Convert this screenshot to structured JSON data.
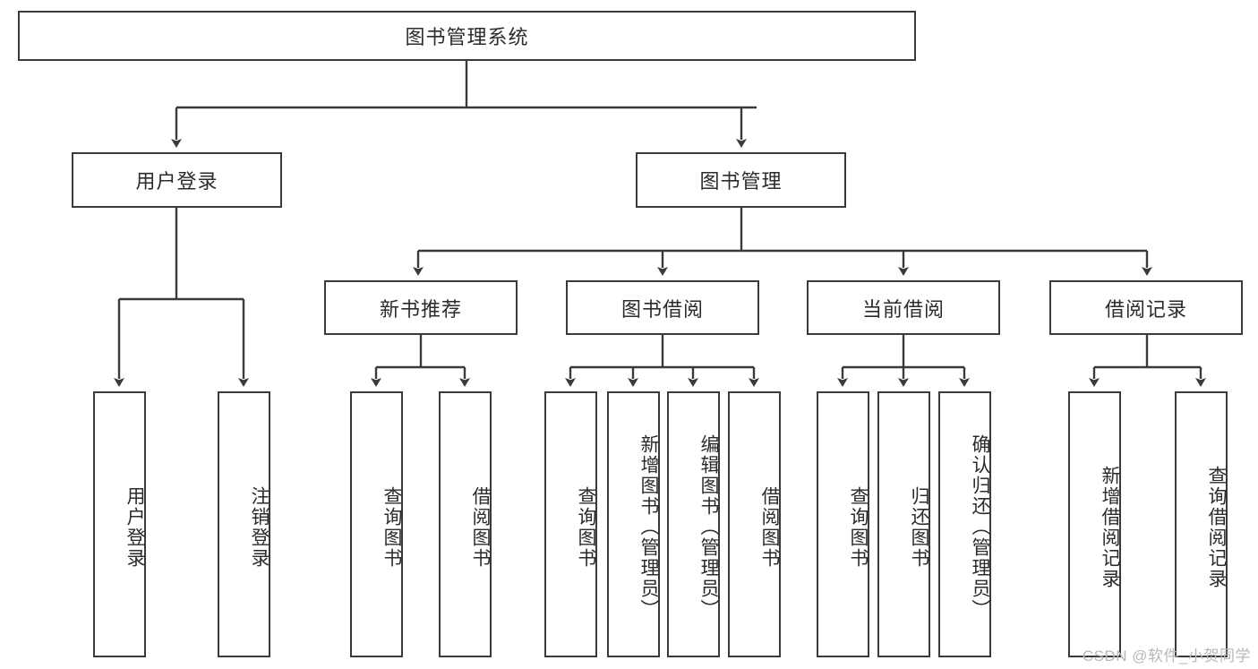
{
  "diagram": {
    "title": "图书管理系统",
    "colors": {
      "box_border": "#3a3a3a",
      "box_fill": "#ffffff",
      "edge": "#3a3a3a",
      "text": "#2b2b2b",
      "watermark": "#b8b8b8",
      "background": "#ffffff"
    },
    "root": {
      "label": "图书管理系统"
    },
    "level1": [
      {
        "label": "用户登录"
      },
      {
        "label": "图书管理"
      }
    ],
    "level2": [
      {
        "label": "新书推荐"
      },
      {
        "label": "图书借阅"
      },
      {
        "label": "当前借阅"
      },
      {
        "label": "借阅记录"
      }
    ],
    "leaves": {
      "user_login": [
        {
          "label": "用户登录"
        },
        {
          "label": "注销登录"
        }
      ],
      "new_book_recommend": [
        {
          "label": "查询图书"
        },
        {
          "label": "借阅图书"
        }
      ],
      "book_borrow": [
        {
          "label": "查询图书"
        },
        {
          "label": "新增图书（管理员）"
        },
        {
          "label": "编辑图书（管理员）"
        },
        {
          "label": "借阅图书"
        }
      ],
      "current_borrow": [
        {
          "label": "查询图书"
        },
        {
          "label": "归还图书"
        },
        {
          "label": "确认归还（管理员）"
        }
      ],
      "borrow_record": [
        {
          "label": "新增借阅记录"
        },
        {
          "label": "查询借阅记录"
        }
      ]
    }
  },
  "watermark": {
    "text": "CSDN @软件_小贺同学"
  }
}
